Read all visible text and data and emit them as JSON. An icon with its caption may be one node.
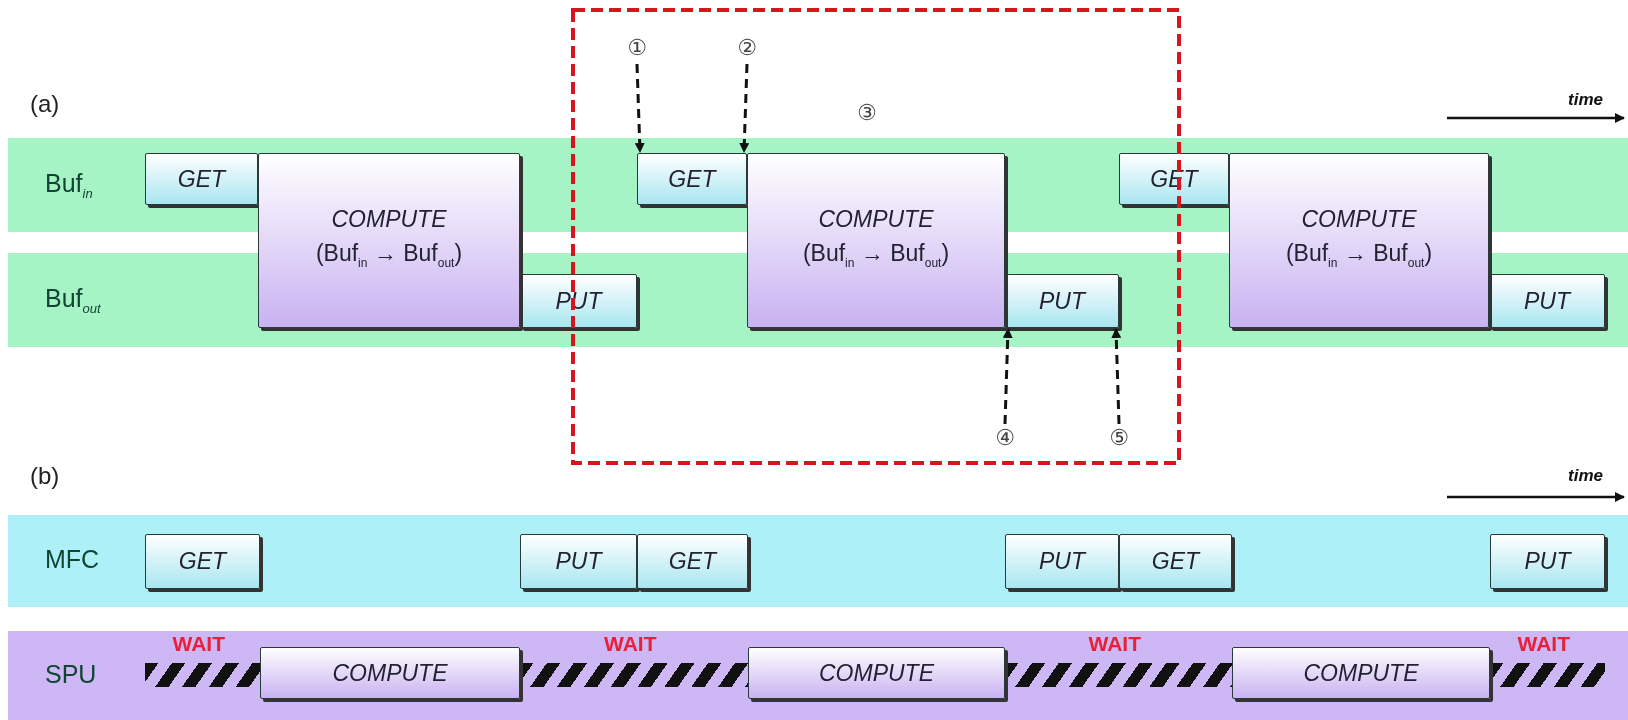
{
  "diagram": {
    "nodes": [
      {
        "text": [
          "Buf$_{in}$"
        ]
      },
      {
        "text": [
          "Buf$_{out}$"
        ]
      },
      {
        "text": [
          "GET"
        ],
        "in": 0
      },
      {
        "text": [
          "COMPUTE",
          "(Buf$_{in}$ → Buf$_{out}$)"
        ]
      },
      {
        "text": [
          "PUT"
        ],
        "in": 1
      },
      {
        "text": [
          "①"
        ]
      },
      {
        "text": [
          "②"
        ]
      },
      {
        "text": [
          "GET"
        ],
        "in": 0
      },
      {
        "text": [
          "COMPUTE",
          "(Buf$_{in}$ → Buf$_{out}$)"
        ]
      },
      {
        "text": [
          "PUT"
        ],
        "in": 1
      },
      {
        "text": [
          "④"
        ]
      },
      {
        "text": [
          "⑤"
        ]
      },
      {
        "text": [
          "GET"
        ],
        "in": 0
      },
      {
        "text": [
          "COMPUTE",
          "(Buf$_{in}$ → Buf$_{out}$)"
        ]
      },
      {
        "text": [
          "PUT"
        ],
        "in": 1
      },
      {
        "text": [
          "MFC"
        ]
      },
      {
        "text": [
          "GET"
        ],
        "in": 15
      },
      {
        "text": [
          "PUT"
        ],
        "in": 15
      },
      {
        "text": [
          "GET"
        ],
        "in": 15
      },
      {
        "text": [
          "PUT"
        ],
        "in": 15
      },
      {
        "text": [
          "GET"
        ],
        "in": 15
      },
      {
        "text": [
          "PUT"
        ],
        "in": 15
      },
      {
        "text": [
          "SPU"
        ]
      },
      {
        "text": [
          "COMPUTE"
        ],
        "in": 22
      },
      {
        "text": [
          "COMPUTE"
        ],
        "in": 22
      },
      {
        "text": [
          "COMPUTE"
        ],
        "in": 22
      },
      {
        "text": [],
        "shape": "bar",
        "in": 22,
        "beside": [
          "WAIT"
        ]
      },
      {
        "text": [],
        "shape": "bar",
        "in": 22,
        "beside": [
          "WAIT"
        ]
      },
      {
        "text": [],
        "shape": "bar",
        "in": 22,
        "beside": [
          "WAIT"
        ]
      },
      {
        "text": [],
        "shape": "bar",
        "in": 22,
        "beside": [
          "WAIT"
        ]
      }
    ],
    "edges": [
      {
        "from": 5,
        "to": 7,
        "arrow": "to",
        "style": "dashed"
      },
      {
        "from": 6,
        "to": 7,
        "arrow": "to",
        "style": "dashed"
      },
      {
        "from": 10,
        "to": 9,
        "arrow": "to",
        "style": "dashed"
      },
      {
        "from": 11,
        "to": 9,
        "arrow": "to",
        "style": "dashed"
      }
    ],
    "labels": [
      "(a)",
      "③",
      "time",
      "(b)",
      "time"
    ]
  }
}
